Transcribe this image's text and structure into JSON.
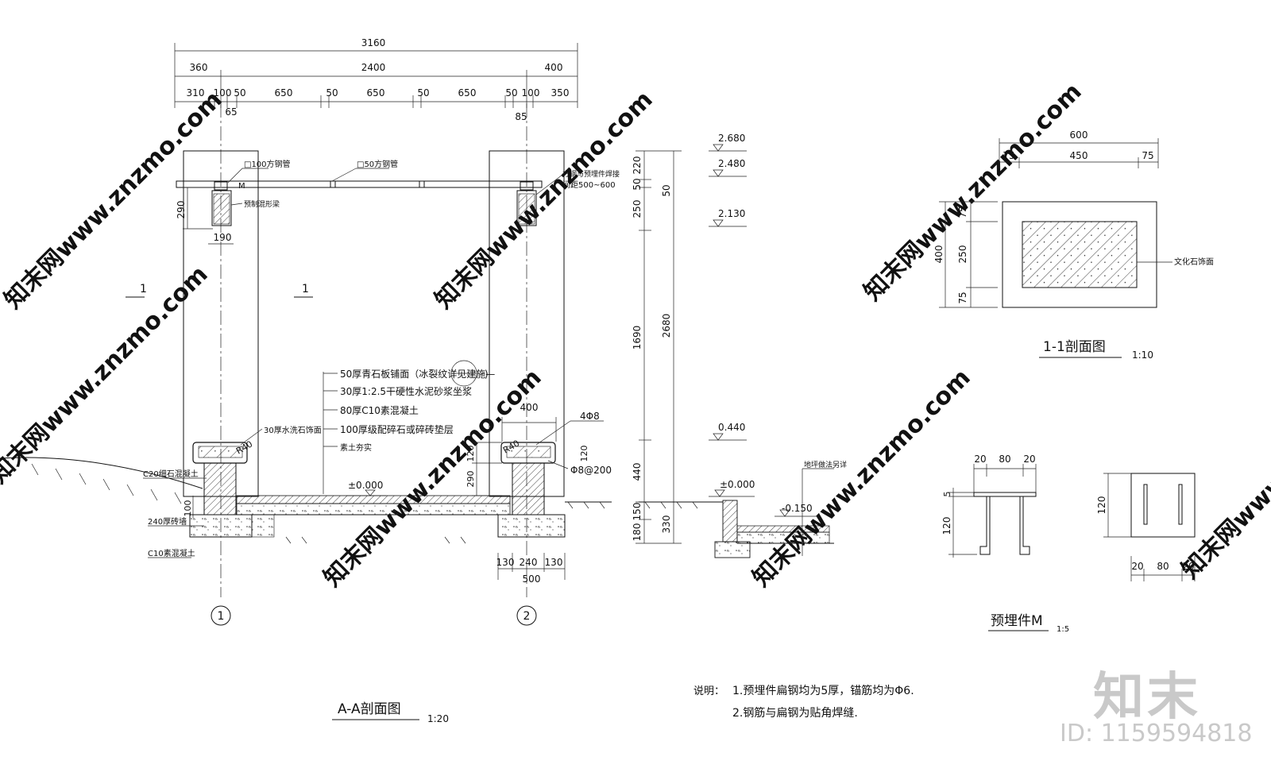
{
  "section_aa": {
    "title": "A-A剖面图",
    "scale": "1:20",
    "dim_overall": "3160",
    "dim_row2": [
      "360",
      "2400",
      "400"
    ],
    "dim_row3": [
      "310",
      "100",
      "50",
      "650",
      "50",
      "650",
      "50",
      "650",
      "50",
      "100",
      "350"
    ],
    "dim_small": [
      "65",
      "85"
    ],
    "pipe_100": "□100方钢管",
    "pipe_50": "□50方钢管",
    "pipe_weld": "方钢与预埋件焊接",
    "pipe_spacing": "间距500~600",
    "embed_m": "M",
    "precast_beam": "预制混形梁",
    "dim_290_left": "290",
    "dim_190": "190",
    "section_mark": "1",
    "layers": [
      "50厚青石板铺面（冰裂纹详见建施—",
      "30厚1:2.5干硬性水泥砂浆坐浆",
      "80厚C10素混凝土",
      "100厚级配碎石或碎砖垫层",
      "素土夯实"
    ],
    "layer_bracket": ")",
    "wash_stone": "30厚水洗石饰面",
    "r40": "R40",
    "c20": "C20细石混凝土",
    "brick_wall": "240厚砖墙",
    "c10": "C10素混凝土",
    "dim_100": "100",
    "level_zero": "±0.000",
    "seat_width": "400",
    "rebar_4": "4Φ8",
    "rebar_stirrup": "Φ8@200",
    "dim_120": "120",
    "dim_290": "290",
    "found_dims": [
      "130",
      "240",
      "130"
    ],
    "found_width": "500",
    "axis": [
      "1",
      "2"
    ]
  },
  "vertical_dims": {
    "left_chain": [
      "220",
      "50",
      "250",
      "1690",
      "440",
      "150",
      "180"
    ],
    "right_chain": [
      "50",
      "2680",
      "330"
    ]
  },
  "levels": [
    "2.680",
    "2.480",
    "2.130",
    "0.440",
    "±0.000",
    "-0.150"
  ],
  "ground_note": "地坪做法另详",
  "section_11": {
    "title": "1-1剖面图",
    "scale": "1:10",
    "width": "600",
    "width_parts": [
      "75",
      "450",
      "75"
    ],
    "height": "400",
    "height_parts": [
      "75",
      "250",
      "75"
    ],
    "finish": "文化石饰面"
  },
  "embed_part": {
    "title": "预埋件M",
    "scale": "1:5",
    "top_dims": [
      "20",
      "80",
      "20"
    ],
    "bottom_dims": [
      "20",
      "80",
      "20"
    ],
    "dim_5": "5",
    "dim_120a": "120",
    "dim_120b": "120"
  },
  "notes": {
    "label": "说明：",
    "items": [
      "1.预埋件扁钢均为5厚，锚筋均为Φ6.",
      "2.钢筋与扁钢为贴角焊缝."
    ]
  },
  "watermark": "知末网www.znzmo.com",
  "brand": {
    "logo": "知末",
    "id": "ID: 1159594818"
  }
}
